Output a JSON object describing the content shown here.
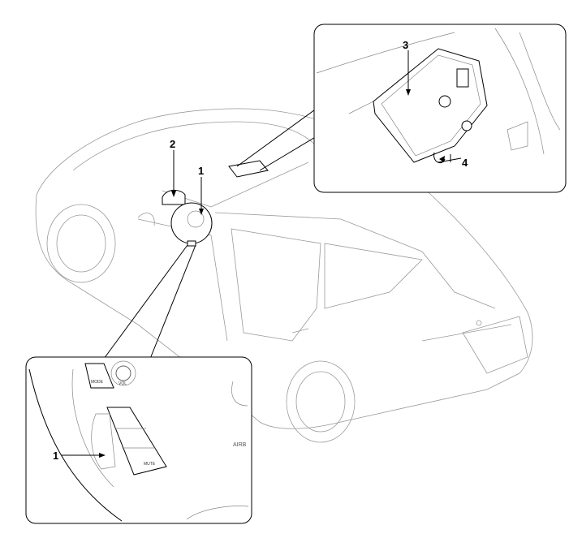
{
  "diagram": {
    "callouts": {
      "steering_switch": "1",
      "microphone": "2",
      "hands_free_unit": "3",
      "connector": "4",
      "inset_steering_switch": "1"
    },
    "steering_labels": {
      "mode": "MODE",
      "volume": "VOL",
      "mute": "MUTE",
      "airbag": "AIRB"
    }
  }
}
